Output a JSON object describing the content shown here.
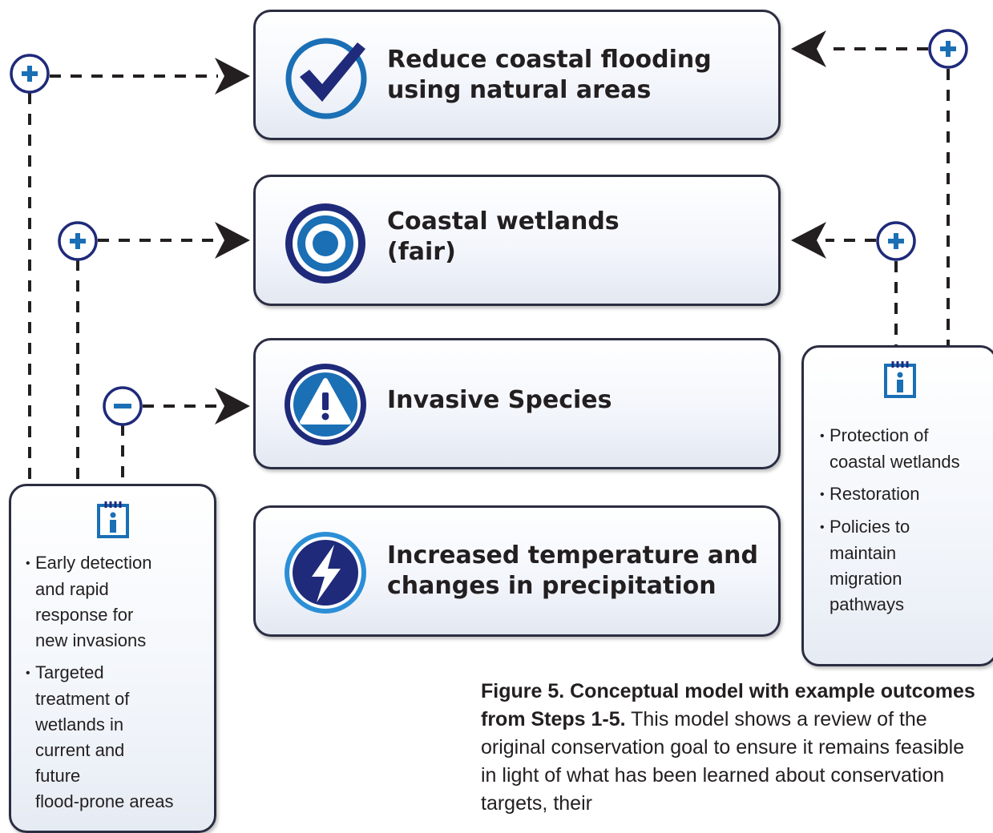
{
  "boxes": {
    "goal": {
      "title": "Reduce coastal flooding\nusing natural areas",
      "icon": "checkmark-icon"
    },
    "target": {
      "title": "Coastal wetlands\n(fair)",
      "icon": "target-icon"
    },
    "threat": {
      "title": "Invasive Species",
      "icon": "warning-icon"
    },
    "climate": {
      "title": "Increased temperature and\nchanges in precipitation",
      "icon": "lightning-icon"
    }
  },
  "left_actions": {
    "icon": "info-note-icon",
    "items": [
      "Early detection\nand rapid\nresponse for\nnew invasions",
      "Targeted\ntreatment of\nwetlands in\ncurrent and\nfuture\nflood-prone areas"
    ]
  },
  "right_actions": {
    "icon": "info-note-icon",
    "items": [
      "Protection of\ncoastal wetlands",
      "Restoration",
      "Policies to\nmaintain\nmigration\npathways"
    ]
  },
  "connectors": [
    {
      "sign": "+",
      "to": "goal",
      "from": "left_actions"
    },
    {
      "sign": "+",
      "to": "target",
      "from": "left_actions"
    },
    {
      "sign": "−",
      "to": "threat",
      "from": "left_actions"
    },
    {
      "sign": "+",
      "to": "goal",
      "from": "right_actions"
    },
    {
      "sign": "+",
      "to": "target",
      "from": "right_actions"
    }
  ],
  "caption": {
    "bold": "Figure 5.  Conceptual model with example outcomes from Steps 1-5.",
    "text": " This model shows a review of the original conservation goal to ensure it remains feasible in light of what has been learned about conservation targets, their"
  },
  "colors": {
    "blue": "#1a6fb5",
    "navy": "#1f2a7a",
    "light_blue": "#2c8fd6",
    "dark": "#231f20"
  }
}
